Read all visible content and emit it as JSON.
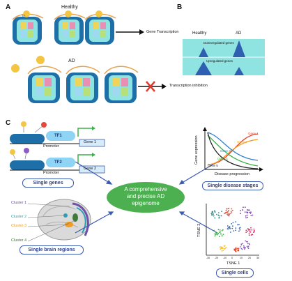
{
  "panels": {
    "a": {
      "letter": "A",
      "healthy_label": "Healthy",
      "ad_label": "AD",
      "tf_label": "TF",
      "gene_transcription": "Gene Transcription",
      "transcription_inhibition": "Transcription inhibition"
    },
    "b": {
      "letter": "B",
      "healthy_label": "Healthy",
      "ad_label": "AD",
      "downregulated": "Downregulated genes",
      "upregulated": "Upregulated genes"
    },
    "c": {
      "letter": "C",
      "tf1": "TF1",
      "tf2": "TF2",
      "promoter": "Promoter",
      "gene1": "Gene 1",
      "gene2": "Gene 2",
      "single_genes": "Single genes",
      "center_line1": "A comprehensive",
      "center_line2": "and precise AD",
      "center_line3": "epigenome",
      "cluster1": "Cluster 1",
      "cluster2": "Cluster 2",
      "cluster3": "Cluster 3",
      "cluster4": "Cluster 4",
      "single_brain_regions": "Single brain regions",
      "gene_expression": "Gene expression",
      "disease_progression": "Disease progression",
      "curve_genes": [
        "Gene 1",
        "Gene 2",
        "Gene 3",
        "Gene 4",
        "Gene 5"
      ],
      "single_disease_stages": "Single disease stages",
      "tsne1": "TSNE 1",
      "tsne2": "TSNE 2",
      "single_cells": "Single cells",
      "tsne_ticks": [
        "-30",
        "-20",
        "-10",
        "0",
        "10",
        "20",
        "30"
      ]
    }
  },
  "colors": {
    "accent_blue": "#3b5bb0",
    "center_green": "#4caf50",
    "tf_yellow": "#f4c542",
    "teal_box": "#8fe3e0",
    "triangle_blue": "#2f5fb0",
    "curve_gene1": "#e0452b",
    "curve_gene2": "#f39c1f",
    "curve_gene3": "#2f7fd6",
    "curve_gene4": "#3bb04a",
    "curve_gene5": "#222222"
  }
}
